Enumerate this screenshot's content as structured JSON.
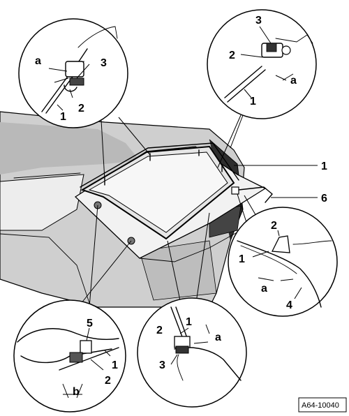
{
  "figure": {
    "reference_code": "A64-10040",
    "colors": {
      "body_shade": "#cfcfcf",
      "body_shade_dark": "#a9a9a9",
      "glass": "#e6e6e6",
      "line": "#000000",
      "panel_dark": "#3a3a3a"
    }
  },
  "callouts": {
    "top_left": {
      "a": "a",
      "three": "3",
      "one": "1",
      "two": "2"
    },
    "top_right": {
      "three": "3",
      "two": "2",
      "a": "a",
      "one": "1"
    },
    "main": {
      "one": "1",
      "six": "6"
    },
    "mid_right": {
      "two": "2",
      "one": "1",
      "a": "a",
      "four": "4"
    },
    "bottom_left": {
      "five": "5",
      "one": "1",
      "two": "2",
      "b": "b"
    },
    "bottom_center": {
      "one": "1",
      "two": "2",
      "a": "a",
      "three": "3"
    }
  }
}
